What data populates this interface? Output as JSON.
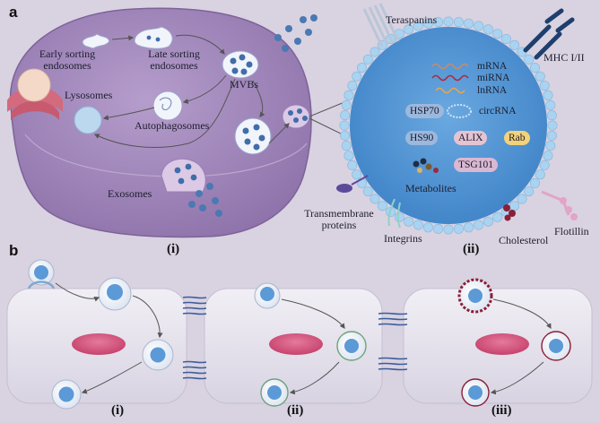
{
  "panels": {
    "a": "a",
    "b": "b"
  },
  "sub_labels": {
    "a_i": "(i)",
    "a_ii": "(ii)",
    "b_i": "(i)",
    "b_ii": "(ii)",
    "b_iii": "(iii)"
  },
  "cell_labels": {
    "early_sorting": "Early sorting\nendosomes",
    "late_sorting": "Late sorting\nendosomes",
    "mvbs": "MVBs",
    "lysosomes": "Lysosomes",
    "autophagosomes": "Autophagosomes",
    "exosomes": "Exosomes"
  },
  "exosome_labels": {
    "tetraspanins": "Teraspanins",
    "mhc": "MHC I/II",
    "mrna": "mRNA",
    "mirna": "miRNA",
    "lnrna": "lnRNA",
    "circrna": "circRNA",
    "hsp70": "HSP70",
    "hs90": "HS90",
    "alix": "ALIX",
    "rab": "Rab",
    "tsg101": "TSG101",
    "metabolites": "Metabolites",
    "transmembrane": "Transmembrane\nproteins",
    "integrins": "Integrins",
    "cholesterol": "Cholesterol",
    "flotillin": "Flotillin"
  },
  "colors": {
    "background": "#d9d2e1",
    "cell": "#a48bbd",
    "cell_light": "#c3b0d4",
    "exosome_core": "#5b9ad6",
    "membrane_bead": "#a9d3f0",
    "vesicle_dot": "#3f6ea8",
    "nucleus": "#d1527a",
    "tissue_cell": "#e7e4ee"
  }
}
